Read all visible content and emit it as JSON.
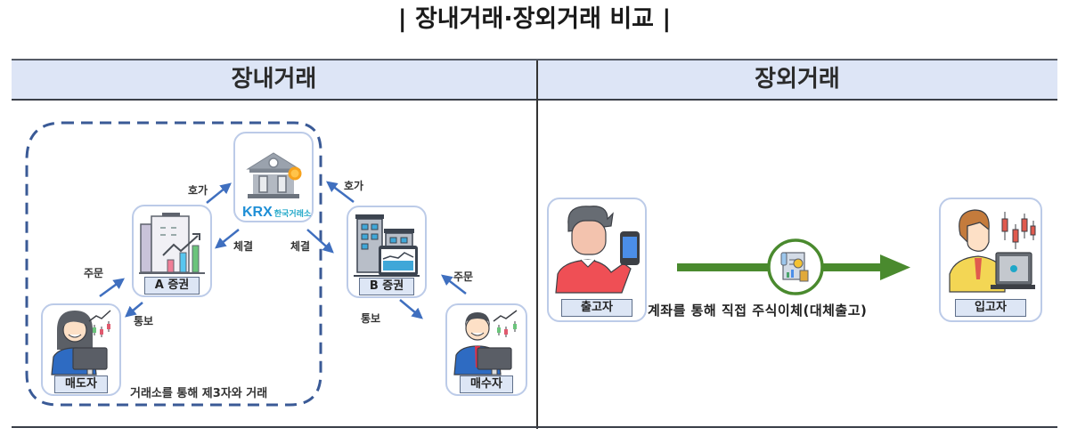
{
  "title": "| 장내거래·장외거래  비교 |",
  "table": {
    "headers": [
      "장내거래",
      "장외거래"
    ]
  },
  "exchange_trade": {
    "exchange": {
      "label": "KRX",
      "sublabel": "한국거래소",
      "icon": "bank-building-icon"
    },
    "broker_a": {
      "label": "A 증권",
      "icon": "office-chart-icon"
    },
    "broker_b": {
      "label": "B 증권",
      "icon": "office-building-icon"
    },
    "seller": {
      "label": "매도자",
      "icon": "female-trader-icon"
    },
    "buyer": {
      "label": "매수자",
      "icon": "male-trader-icon"
    },
    "arrows": {
      "a_to_exchange": "호가",
      "exchange_to_a": "체결",
      "exchange_to_b": "체결",
      "b_to_exchange": "호가",
      "seller_to_a": "주문",
      "a_to_seller": "통보",
      "buyer_to_b": "주문",
      "b_to_buyer": "통보"
    },
    "boundary_caption": "거래소를 통해 제3자와 거래"
  },
  "otc_trade": {
    "sender": {
      "label": "출고자",
      "icon": "person-phone-icon"
    },
    "receiver": {
      "label": "입고자",
      "icon": "trader-laptop-icon"
    },
    "transfer_icon": "stock-certificate-icon",
    "caption": "계좌를 통해 직접 주식이체(대체출고)"
  },
  "colors": {
    "header_bg": "#dde5f6",
    "card_border": "#bccbe8",
    "dashed_boundary": "#3a5a96",
    "flow_arrow": "#3f6fbf",
    "transfer_arrow": "#4a8a2e",
    "krx_blue": "#1f8fd6"
  }
}
